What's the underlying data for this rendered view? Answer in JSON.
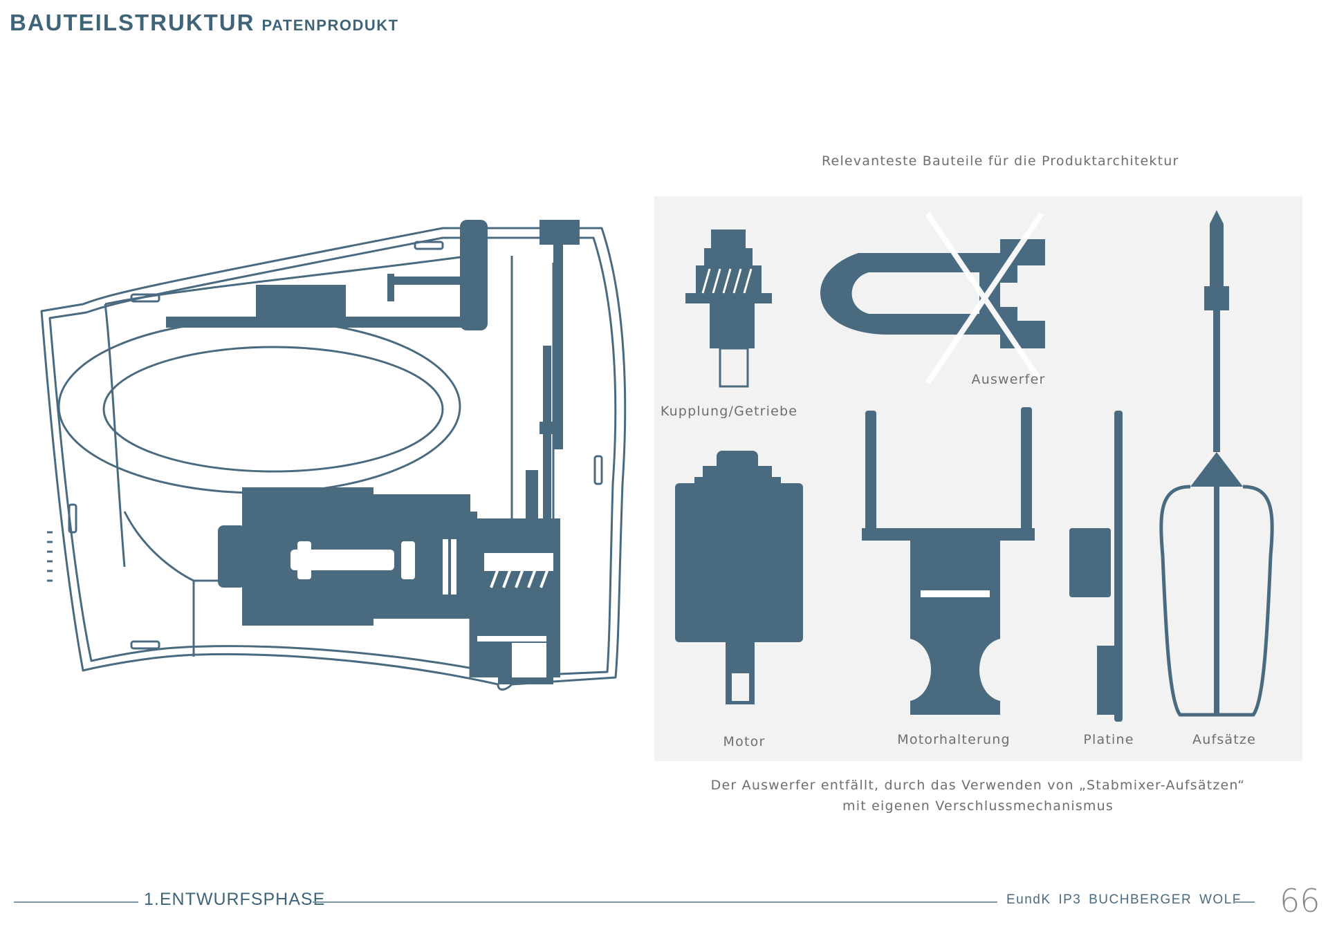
{
  "header": {
    "title": "BAUTEILSTRUKTUR",
    "subtitle": "PATENPRODUKT"
  },
  "panel": {
    "caption": "Relevanteste Bauteile für die Produktarchitektur",
    "labels": {
      "kupplung": "Kupplung/Getriebe",
      "auswerfer": "Auswerfer",
      "motor": "Motor",
      "motorhalterung": "Motorhalterung",
      "platine": "Platine",
      "aufsaetze": "Aufsätze"
    }
  },
  "note": {
    "line1": "Der Auswerfer entfällt, durch das Verwenden von „Stabmixer-Aufsätzen“",
    "line2": "mit eigenen Verschlussmechanismus"
  },
  "footer": {
    "phase": "1.ENTWURFSPHASE",
    "credit": "EundK  IP3  BUCHBERGER WOLF",
    "page": "66"
  },
  "colors": {
    "part": "#4a6a80",
    "panel_bg": "#f2f2f2",
    "title": "#3f6478"
  }
}
